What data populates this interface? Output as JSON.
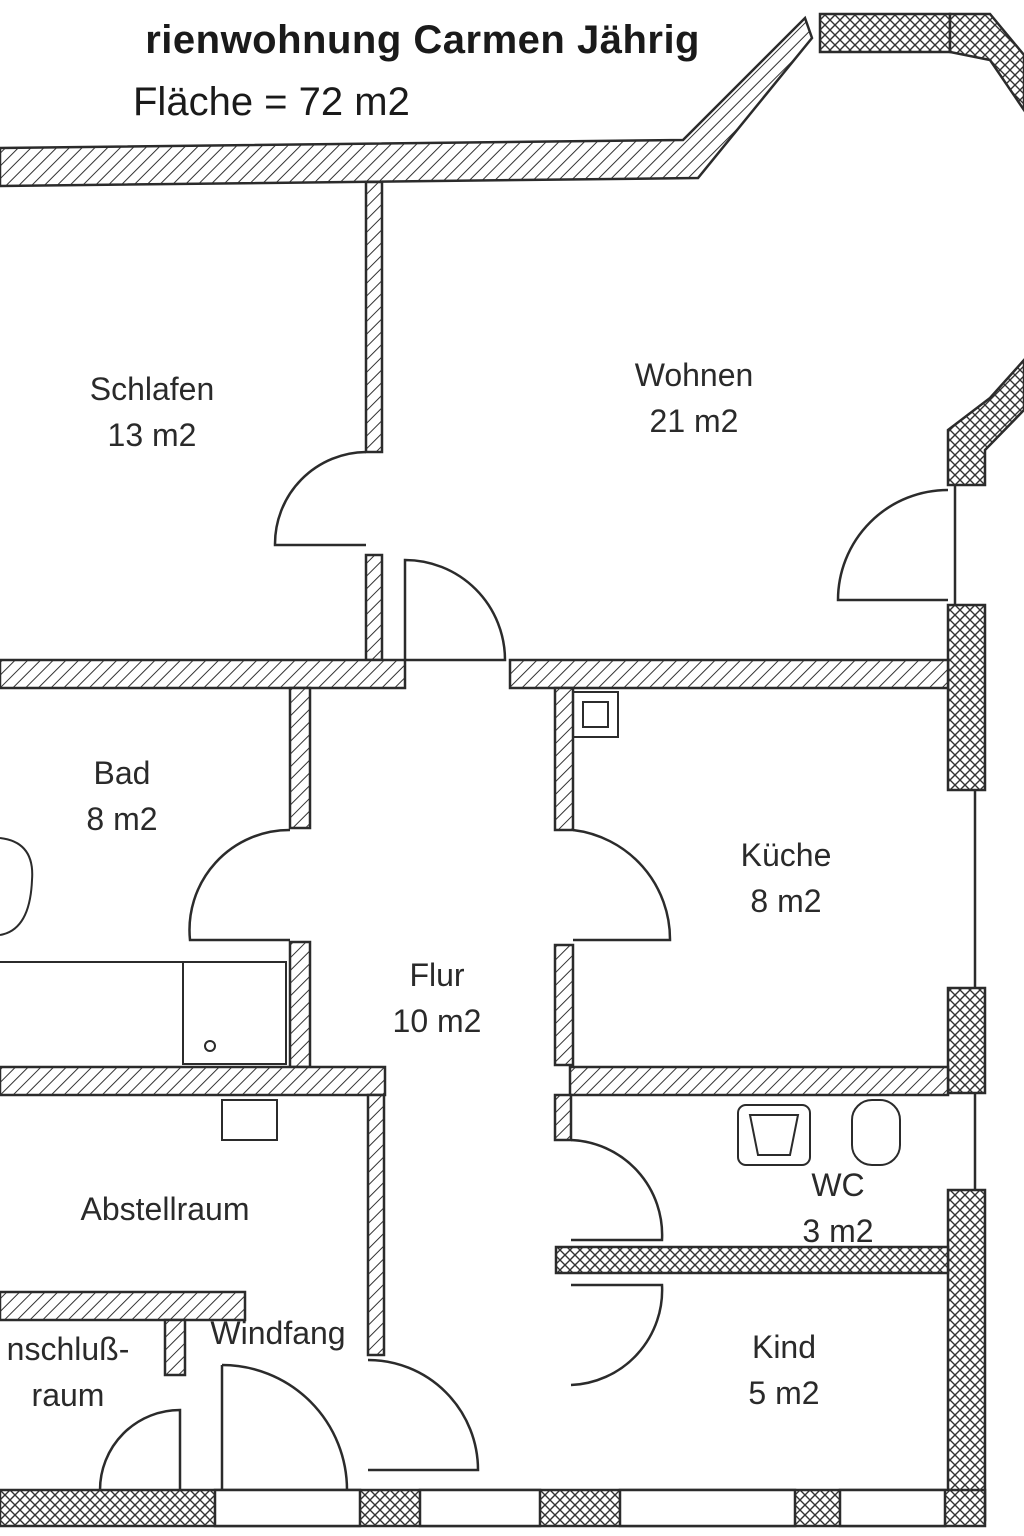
{
  "header": {
    "title": "rienwohnung Carmen Jährig",
    "subtitle": "Fläche = 72 m2"
  },
  "rooms": {
    "schlafen": {
      "name": "Schlafen",
      "area": "13 m2"
    },
    "wohnen": {
      "name": "Wohnen",
      "area": "21 m2"
    },
    "bad": {
      "name": "Bad",
      "area": "8 m2"
    },
    "kueche": {
      "name": "Küche",
      "area": "8 m2"
    },
    "flur": {
      "name": "Flur",
      "area": "10 m2"
    },
    "abstellraum": {
      "name": "Abstellraum"
    },
    "wc": {
      "name": "WC",
      "area": "3 m2"
    },
    "windfang": {
      "name": "Windfang"
    },
    "anschluss": {
      "name": "nschluß-",
      "name2": "raum"
    },
    "kind": {
      "name": "Kind",
      "area": "5 m2"
    }
  },
  "colors": {
    "wall_line": "#2b2b2b",
    "background": "#ffffff"
  }
}
